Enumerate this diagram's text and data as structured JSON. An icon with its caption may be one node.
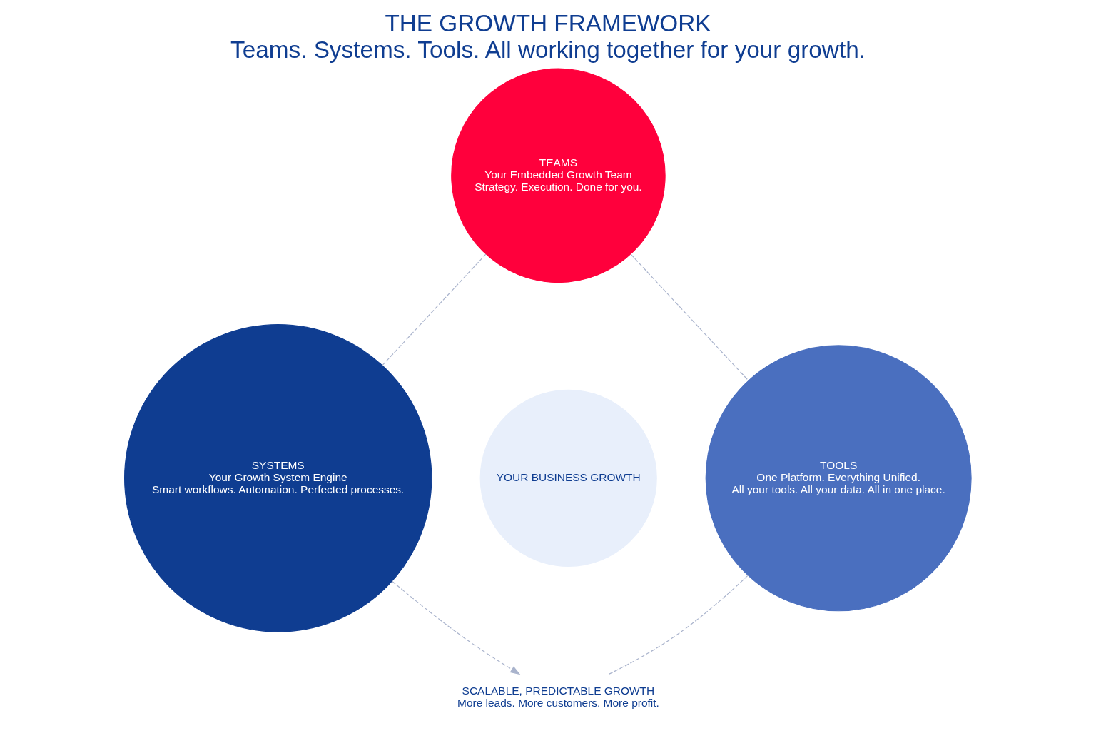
{
  "diagram": {
    "title": "THE GROWTH FRAMEWORK",
    "caption": "Teams. Systems. Tools. All working together for your growth.",
    "nodes": [
      {
        "text": [
          "TEAMS",
          "Your Embedded Growth Team",
          "Strategy. Execution. Done for you."
        ]
      },
      {
        "text": [
          "YOUR BUSINESS GROWTH"
        ]
      },
      {
        "text": [
          "SYSTEMS",
          "Your Growth System Engine",
          "Smart workflows. Automation. Perfected processes."
        ]
      },
      {
        "text": [
          "TOOLS",
          "One Platform. Everything Unified.",
          "All your tools. All your data. All in one place."
        ]
      },
      {
        "text": [
          "SCALABLE, PREDICTABLE GROWTH",
          "More leads. More customers. More profit."
        ]
      }
    ],
    "edges": [
      {
        "from": 2,
        "to": 0,
        "arrow": "none",
        "style": "dashed"
      },
      {
        "from": 0,
        "to": 3,
        "arrow": "none",
        "style": "dashed"
      },
      {
        "from": 2,
        "to": 4,
        "arrow": "to",
        "style": "dashed"
      },
      {
        "from": 3,
        "to": 4,
        "arrow": "none",
        "style": "dashed"
      }
    ]
  }
}
